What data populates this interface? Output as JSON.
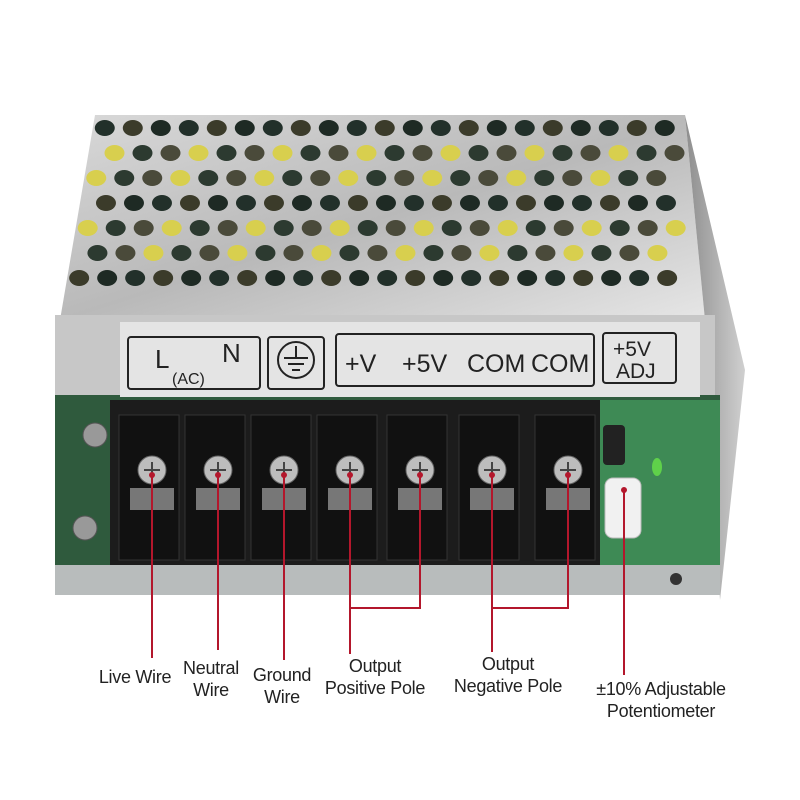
{
  "product_label": {
    "ac_left": "L",
    "ac_right": "N",
    "ac_sub": "(AC)",
    "ground_symbol": "ground-symbol",
    "outputs": [
      "+V",
      "+5V",
      "COM",
      "COM"
    ],
    "adj_top": "+5V",
    "adj_bottom": "ADJ"
  },
  "callouts": {
    "live": [
      "Live Wire"
    ],
    "neutral": [
      "Neutral",
      "Wire"
    ],
    "ground": [
      "Ground",
      "Wire"
    ],
    "positive": [
      "Output",
      "Positive Pole"
    ],
    "negative": [
      "Output",
      "Negative Pole"
    ],
    "pot": [
      "±10% Adjustable",
      "Potentiometer"
    ]
  },
  "colors": {
    "callout_line": "#b3172c",
    "terminal": "#1c1c1c",
    "label_bg": "#e4e4e4",
    "pcb": "#2f7d4a"
  }
}
